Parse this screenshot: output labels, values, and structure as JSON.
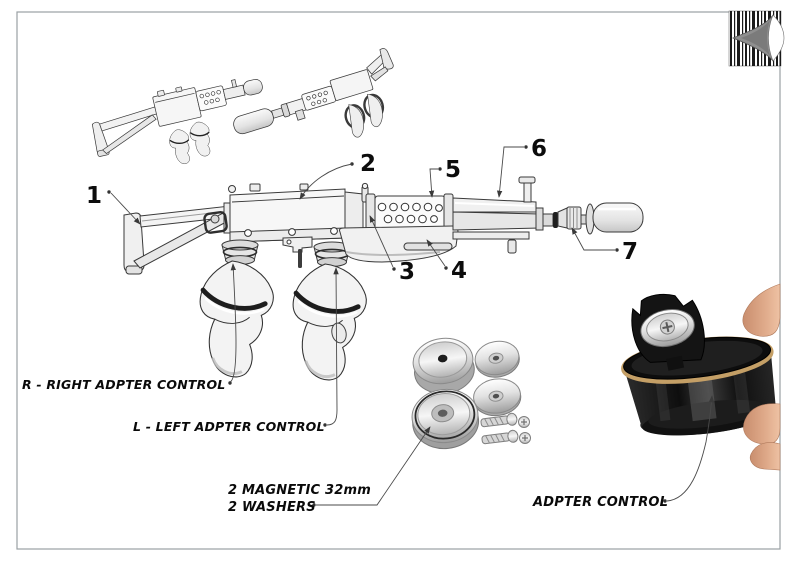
{
  "page": {
    "background": "#ffffff",
    "frame_border_color": "#9aa0a3"
  },
  "logo": {
    "icon": "barcode-diamond-logo"
  },
  "callouts": {
    "labels": [
      "1",
      "2",
      "3",
      "4",
      "5",
      "6",
      "7"
    ]
  },
  "labels": {
    "right_controller": "R - RIGHT ADPTER CONTROL",
    "left_controller": "L - LEFT ADPTER CONTROL",
    "magnets_line_1": "2 MAGNETIC 32mm",
    "magnets_line_2": "2 WASHERS",
    "adapter_control": "ADPTER CONTROL"
  },
  "colors": {
    "ink": "#0c0c0c",
    "leader_line": "#4a4a4a",
    "line_art_fill": "#f4f4f4",
    "adapter_black": "#161616",
    "rubber_band": "#c49f66",
    "metal_silver": "#d9d9d9",
    "skin": "#d9a184"
  }
}
